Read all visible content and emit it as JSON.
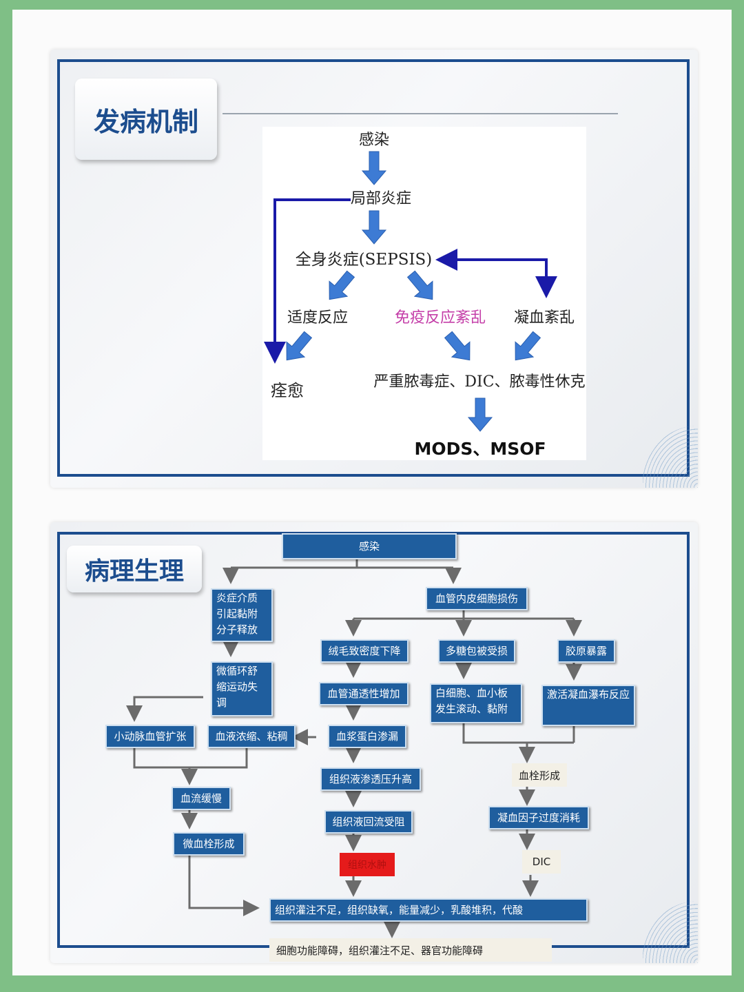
{
  "slide1": {
    "title": "发病机制",
    "nodes": {
      "infection": "感染",
      "local": "局部炎症",
      "systemic": "全身炎症(SEPSIS)",
      "moderate": "适度反应",
      "immune": "免疫反应紊乱",
      "coag": "凝血紊乱",
      "heal": "痊愈",
      "severe": "严重脓毒症、DIC、脓毒性休克",
      "mods": "MODS、MSOF"
    },
    "colors": {
      "arrow": "#3d7bd4",
      "connector": "#1a1aa8",
      "immune_text": "#c43ea8"
    }
  },
  "slide2": {
    "title": "病理生理",
    "boxes": {
      "infection": "感染",
      "inflam": "炎症介质引起黏附分子释放",
      "endo": "血管内皮细胞损伤",
      "villi": "绒毛致密度下降",
      "glyco": "多糖包被受损",
      "collagen": "胶原暴露",
      "micro": "微循环舒缩运动失调",
      "perm": "血管通透性增加",
      "wbc": "白细胞、血小板发生滚动、黏附",
      "cascade": "激活凝血瀑布反应",
      "arteriole": "小动脉血管扩张",
      "concentrate": "血液浓缩、粘稠",
      "plasma": "血浆蛋白渗漏",
      "osmotic": "组织液渗透压升高",
      "thrombus": "血栓形成",
      "slow": "血流缓慢",
      "reflux": "组织液回流受阻",
      "factor": "凝血因子过度消耗",
      "microthrombus": "微血栓形成",
      "edema": "组织水肿",
      "dic": "DIC",
      "perfusion": "组织灌注不足，组织缺氧，能量减少，乳酸堆积，代酸",
      "final": "细胞功能障碍，组织灌注不足、器官功能障碍"
    },
    "colors": {
      "box": "#1f5e9e",
      "line": "#6b6b6b",
      "edema": "#e51b1b"
    }
  }
}
